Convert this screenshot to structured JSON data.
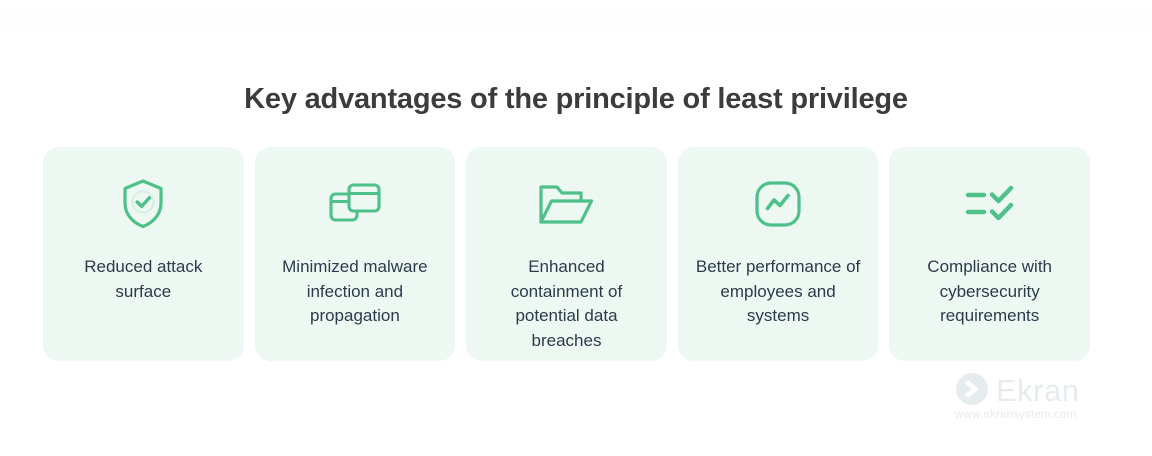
{
  "page": {
    "title": "Key advantages of the principle of least privilege",
    "background_color": "#ffffff"
  },
  "theme": {
    "accent_color": "#4ec08a",
    "card_background": "#edf8f2",
    "card_text_color": "#2c3b4b",
    "title_color": "#3c3c3c",
    "watermark_color": "#e6ebee"
  },
  "cards": [
    {
      "icon": "shield-check-icon",
      "label": "Reduced attack surface"
    },
    {
      "icon": "overlapping-windows-icon",
      "label": "Minimized malware infection and propagation"
    },
    {
      "icon": "open-folder-icon",
      "label": "Enhanced containment of potential data breaches"
    },
    {
      "icon": "performance-chart-icon",
      "label": "Better performance of employees and systems"
    },
    {
      "icon": "checklist-icon",
      "label": "Compliance with cybersecurity requirements"
    }
  ],
  "watermark": {
    "logo_mark": "ekran-chevron-logo-icon",
    "brand": "Ekran",
    "url": "www.ekransystem.com"
  }
}
